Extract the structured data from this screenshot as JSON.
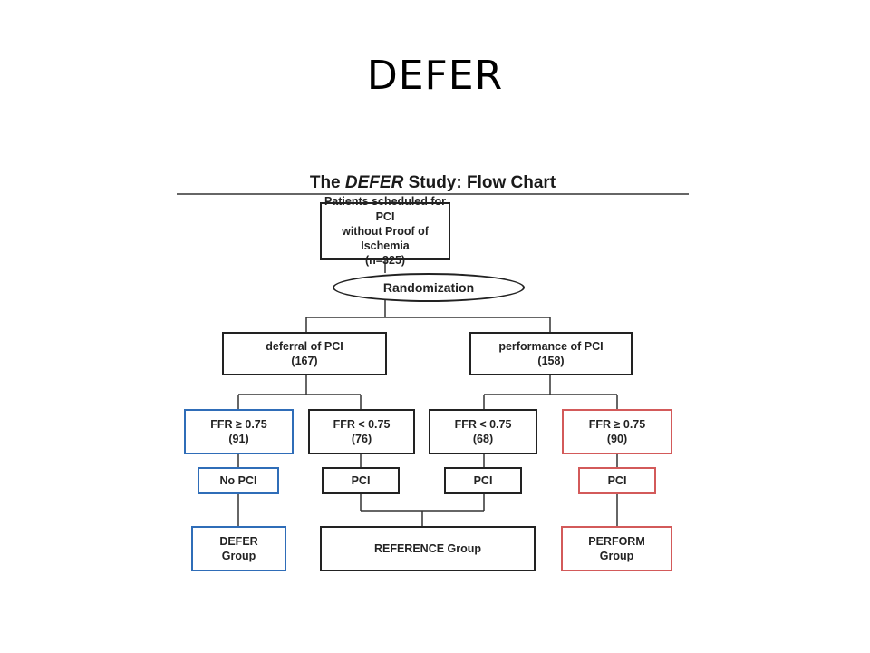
{
  "slide": {
    "title": "DEFER"
  },
  "chart": {
    "title_prefix": "The ",
    "title_emphasis": "DEFER",
    "title_suffix": " Study: Flow Chart"
  },
  "nodes": {
    "patients": {
      "line1": "Patients scheduled for PCI",
      "line2": "without Proof of Ischemia",
      "line3": "(n=325)"
    },
    "randomization": {
      "label": "Randomization"
    },
    "deferral": {
      "line1": "deferral of PCI",
      "line2": "(167)"
    },
    "performance": {
      "line1": "performance of PCI",
      "line2": "(158)"
    },
    "ffr_ge_defer": {
      "line1": "FFR ≥ 0.75",
      "line2": "(91)"
    },
    "ffr_lt_defer": {
      "line1": "FFR < 0.75",
      "line2": "(76)"
    },
    "ffr_lt_perform": {
      "line1": "FFR < 0.75",
      "line2": "(68)"
    },
    "ffr_ge_perform": {
      "line1": "FFR ≥ 0.75",
      "line2": "(90)"
    },
    "no_pci": {
      "label": "No PCI"
    },
    "pci_1": {
      "label": "PCI"
    },
    "pci_2": {
      "label": "PCI"
    },
    "pci_3": {
      "label": "PCI"
    },
    "defer_group": {
      "line1": "DEFER",
      "line2": "Group"
    },
    "reference_group": {
      "label": "REFERENCE Group"
    },
    "perform_group": {
      "line1": "PERFORM",
      "line2": "Group"
    }
  },
  "colors": {
    "defer_arm": "#2f6db8",
    "perform_arm": "#d35a5a",
    "neutral": "#222222"
  }
}
